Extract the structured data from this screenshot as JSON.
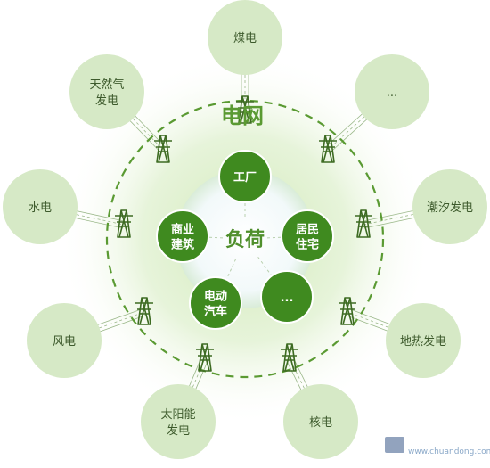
{
  "grid_label": "电网",
  "core_label": "负荷",
  "sources": [
    {
      "key": "coal",
      "lines": [
        "煤电"
      ]
    },
    {
      "key": "gas",
      "lines": [
        "天然气",
        "发电"
      ]
    },
    {
      "key": "more",
      "lines": [
        "..."
      ]
    },
    {
      "key": "hydro",
      "lines": [
        "水电"
      ]
    },
    {
      "key": "tidal",
      "lines": [
        "潮汐发电"
      ]
    },
    {
      "key": "wind",
      "lines": [
        "风电"
      ]
    },
    {
      "key": "geo",
      "lines": [
        "地热发电"
      ]
    },
    {
      "key": "solar",
      "lines": [
        "太阳能",
        "发电"
      ]
    },
    {
      "key": "nuclear",
      "lines": [
        "核电"
      ]
    }
  ],
  "loads": [
    {
      "key": "factory",
      "lines": [
        "工厂"
      ]
    },
    {
      "key": "commercial",
      "lines": [
        "商业",
        "建筑"
      ]
    },
    {
      "key": "residential",
      "lines": [
        "居民",
        "住宅"
      ]
    },
    {
      "key": "ev",
      "lines": [
        "电动",
        "汽车"
      ]
    },
    {
      "key": "other",
      "lines": [
        "..."
      ]
    }
  ],
  "watermark": "www.chuandong.com",
  "colors": {
    "outer_circle": "#d6e9c6",
    "load_circle": "#3f8a1f",
    "grid_ring": "#5a9a32",
    "tower": "#3d6b22",
    "core_fill": "#eef7f8"
  }
}
